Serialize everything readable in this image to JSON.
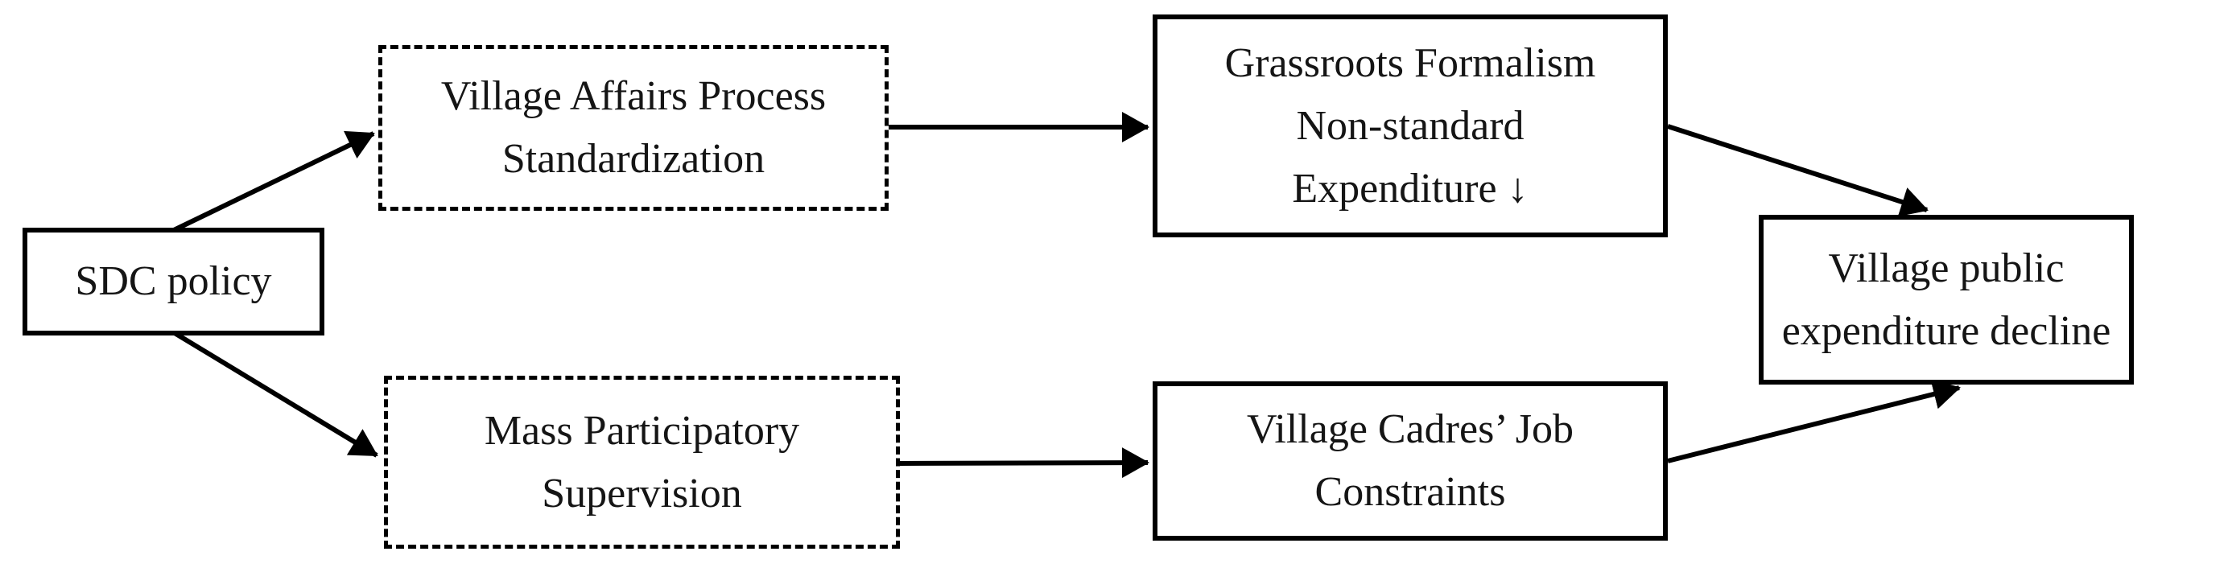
{
  "diagram": {
    "type": "flowchart",
    "colors": {
      "line": "#000000",
      "text": "#151515",
      "background": "#ffffff"
    },
    "nodes": [
      {
        "id": "sdc-policy",
        "border": "solid",
        "lines": [
          "SDC policy"
        ]
      },
      {
        "id": "village-affairs",
        "border": "dashed",
        "lines": [
          "Village Affairs Process",
          "Standardization"
        ]
      },
      {
        "id": "mass-supervision",
        "border": "dashed",
        "lines": [
          "Mass Participatory",
          "Supervision"
        ]
      },
      {
        "id": "grassroots",
        "border": "solid",
        "lines": [
          "Grassroots Formalism",
          "Non-standard",
          "Expenditure ↓"
        ]
      },
      {
        "id": "cadres",
        "border": "solid",
        "lines": [
          "Village Cadres’ Job",
          "Constraints"
        ]
      },
      {
        "id": "decline",
        "border": "solid",
        "lines": [
          "Village public",
          "expenditure decline"
        ]
      }
    ],
    "edges": [
      {
        "from": "sdc-policy",
        "to": "village-affairs"
      },
      {
        "from": "sdc-policy",
        "to": "mass-supervision"
      },
      {
        "from": "village-affairs",
        "to": "grassroots"
      },
      {
        "from": "mass-supervision",
        "to": "cadres"
      },
      {
        "from": "grassroots",
        "to": "decline"
      },
      {
        "from": "cadres",
        "to": "decline"
      }
    ]
  }
}
